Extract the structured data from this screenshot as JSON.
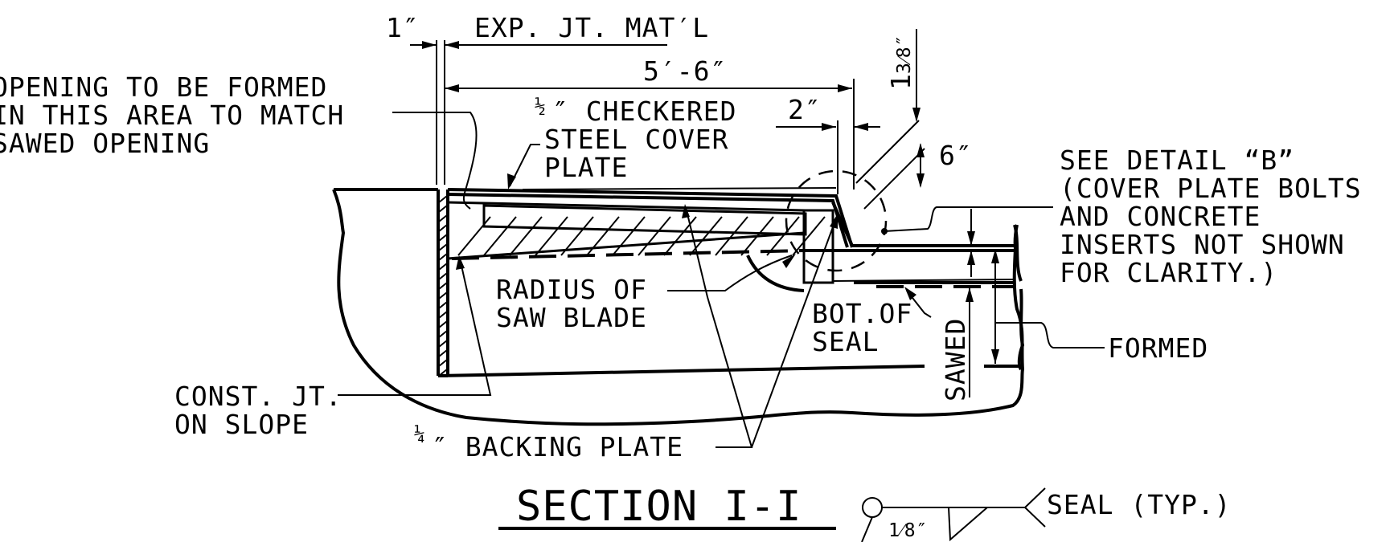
{
  "drawing": {
    "title": "SECTION I-I",
    "labels": {
      "one_inch": "1″",
      "exp_jt": "EXP. JT. MAT′L",
      "five_six": "5′-6″",
      "opening_1": "OPENING TO BE FORMED",
      "opening_2": "IN THIS AREA TO MATCH",
      "opening_3": "SAWED OPENING",
      "half": "½",
      "checkered_1": "″ CHECKERED",
      "checkered_2": "STEEL COVER",
      "checkered_3": "PLATE",
      "two_inch": "2″",
      "one_3_8_whole": "1",
      "one_3_8_frac": "3⁄8″",
      "six_inch": "6″",
      "see_detail_1": "SEE DETAIL “B”",
      "see_detail_2": "(COVER PLATE BOLTS",
      "see_detail_3": "AND CONCRETE",
      "see_detail_4": "INSERTS NOT SHOWN",
      "see_detail_5": "FOR CLARITY.)",
      "radius_1": "RADIUS OF",
      "radius_2": "SAW BLADE",
      "bot_seal_1": "BOT.OF",
      "bot_seal_2": "SEAL",
      "sawed": "SAWED",
      "formed": "FORMED",
      "const_jt_1": "CONST. JT.",
      "const_jt_2": "ON SLOPE",
      "quarter": "¼",
      "backing": "″ BACKING PLATE",
      "weld_size": "1⁄8″",
      "seal_typ": "SEAL (TYP.)"
    }
  }
}
